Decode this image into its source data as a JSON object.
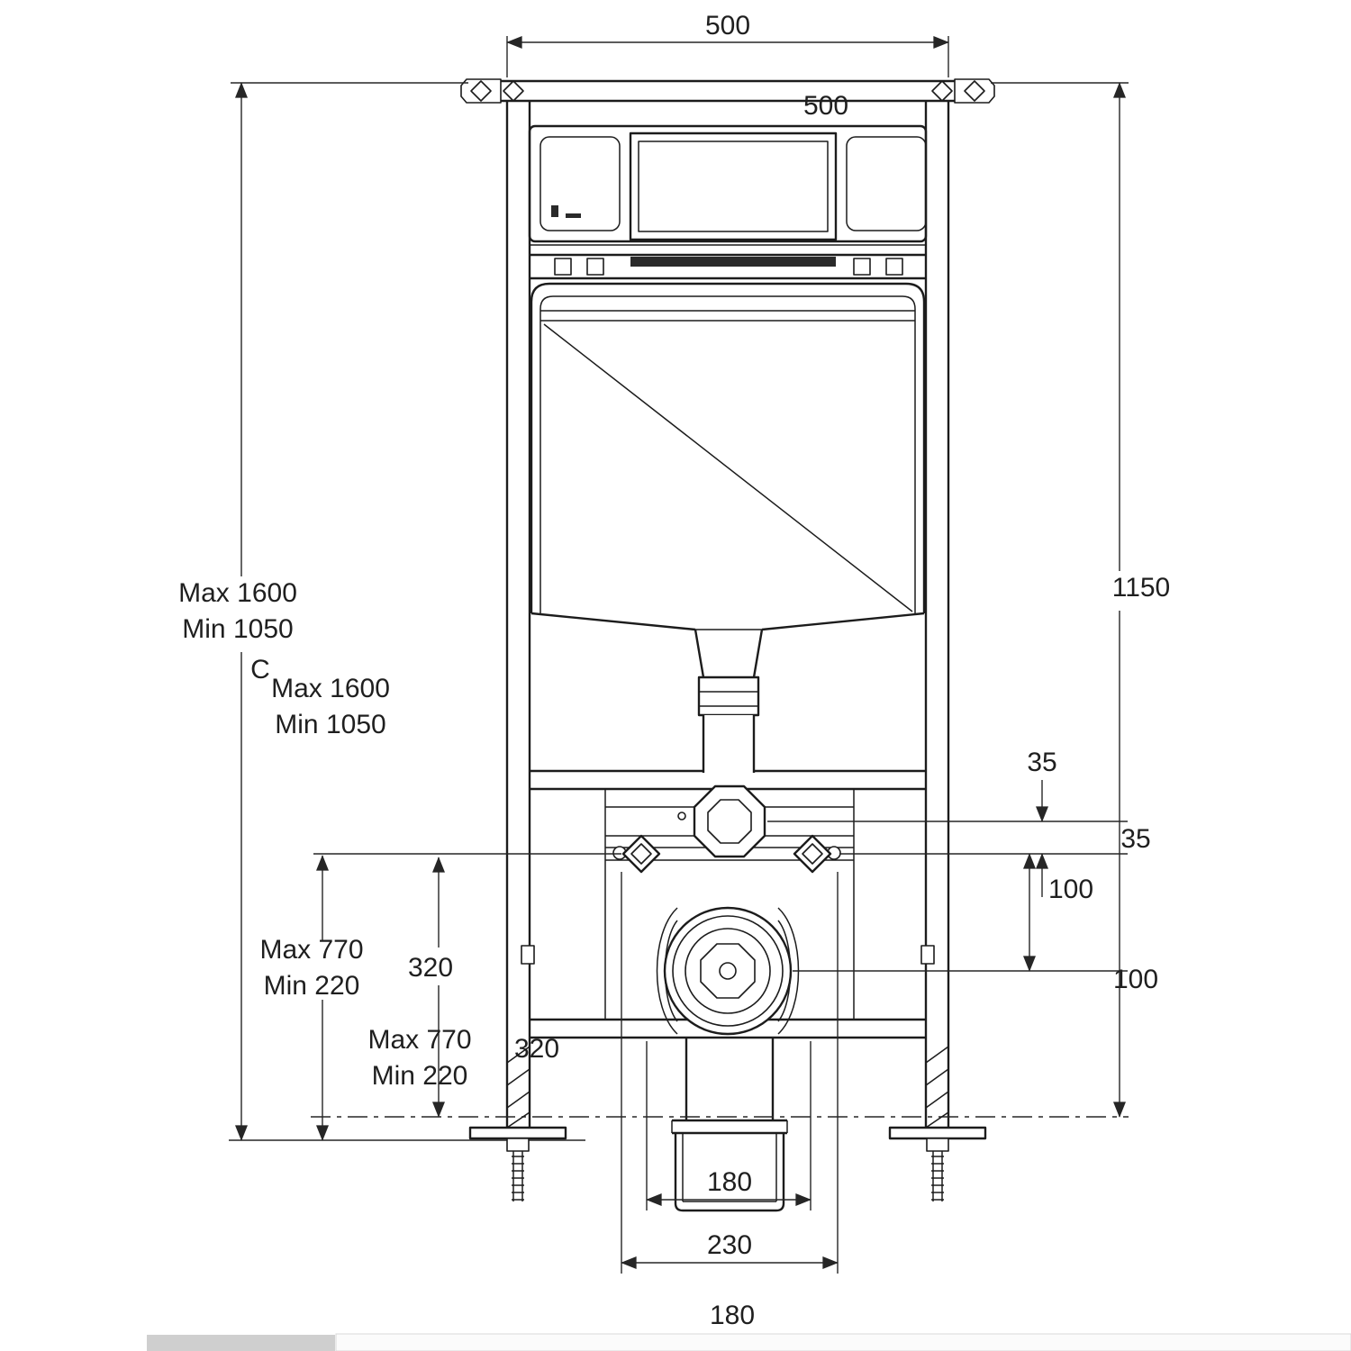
{
  "drawing": {
    "type": "wall-hung-wc-concealed-cistern-frame-installation-diagram",
    "labels": {
      "width_top": "500",
      "width_top_dup": "500",
      "height_right": "1150",
      "frame_height_max": "Max 1600",
      "frame_height_min": "Min 1050",
      "frame_height_max_dup": "Max 1600",
      "frame_height_min_dup": "Min 1050",
      "section_marker": "C",
      "inlet_offset": "35",
      "inlet_offset_dup": "35",
      "outlet_offset": "100",
      "outlet_offset_dup": "100",
      "pan_height_max": "Max 770",
      "pan_height_min": "Min 220",
      "pan_height_max_dup": "Max 770",
      "pan_height_min_dup": "Min 220",
      "outlet_centre_height": "320",
      "outlet_centre_height_dup": "320",
      "drain_width": "180",
      "drain_width_dup": "180",
      "fixing_spacing": "230"
    },
    "colors": {
      "line": "#1c1c1c",
      "dimension": "#262626",
      "background": "#ffffff",
      "footer_left_bar": "#cfcfcf",
      "footer_right_bar": "#fbfbfb"
    }
  }
}
